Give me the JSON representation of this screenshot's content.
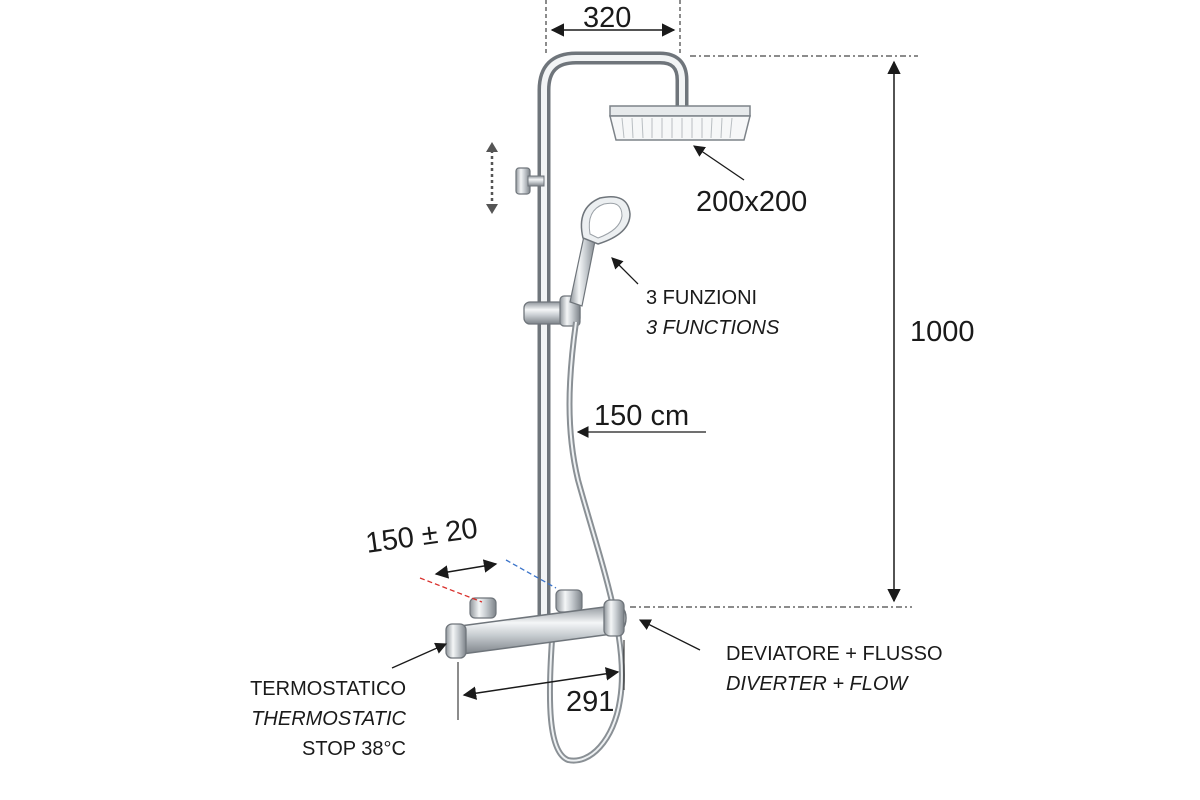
{
  "dimensions": {
    "top_width": "320",
    "head_size": "200x200",
    "height": "1000",
    "hose_length": "150 cm",
    "inlet_spacing": "150 ± 20",
    "valve_width": "291"
  },
  "labels": {
    "hand_shower_it": "3 FUNZIONI",
    "hand_shower_en": "3 FUNCTIONS",
    "diverter_it": "DEVIATORE + FLUSSO",
    "diverter_en": "DIVERTER + FLOW",
    "thermo_it": "TERMOSTATICO",
    "thermo_en": "THERMOSTATIC",
    "thermo_stop": "STOP 38°C"
  },
  "colors": {
    "line": "#1a1a1a",
    "chrome_dark": "#9aa0a6",
    "chrome_light": "#eef1f3",
    "hot_line": "#d9302c",
    "cold_line": "#3a73c9"
  }
}
